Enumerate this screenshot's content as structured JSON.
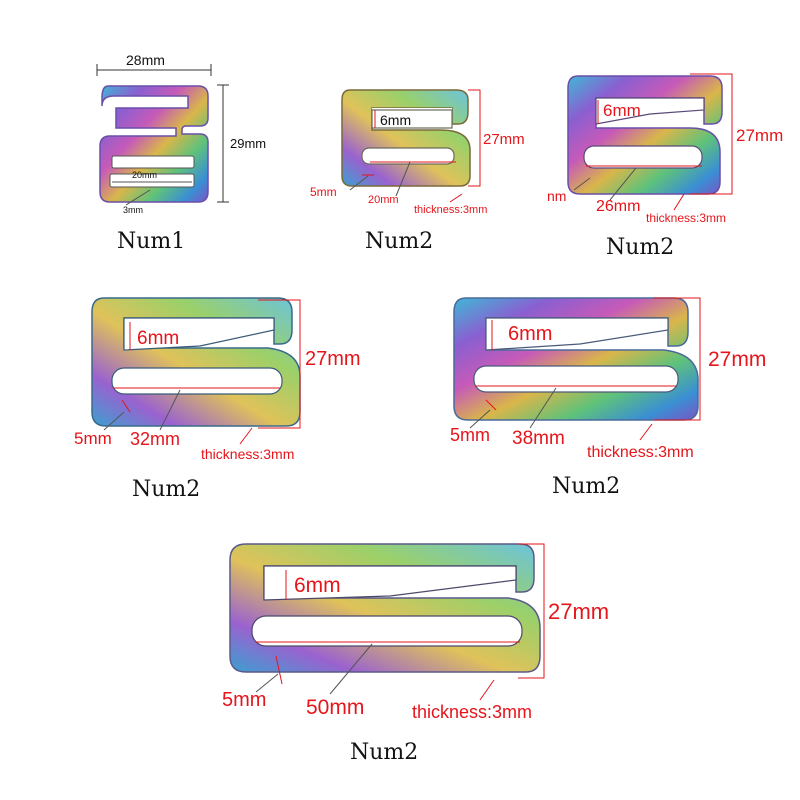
{
  "colors": {
    "dimension_red": "#e5151b",
    "dimension_black": "#111111",
    "background": "#ffffff"
  },
  "product_image": "rainbow iridescent metal G-hook buckles",
  "panels": [
    {
      "caption": "Num1",
      "width_label": "28mm",
      "height_label": "29mm",
      "slot_label": "20mm",
      "bar_label": "3mm"
    },
    {
      "caption": "Num2",
      "gap_label": "6mm",
      "height_label": "27mm",
      "bar_label": "5mm",
      "slot_label": "20mm",
      "thickness_label": "thickness:3mm"
    },
    {
      "caption": "Num2",
      "gap_label": "6mm",
      "height_label": "27mm",
      "bar_label": "nm",
      "slot_label": "26mm",
      "thickness_label": "thickness:3mm"
    },
    {
      "caption": "Num2",
      "gap_label": "6mm",
      "height_label": "27mm",
      "bar_label": "5mm",
      "slot_label": "32mm",
      "thickness_label": "thickness:3mm"
    },
    {
      "caption": "Num2",
      "gap_label": "6mm",
      "height_label": "27mm",
      "bar_label": "5mm",
      "slot_label": "38mm",
      "thickness_label": "thickness:3mm"
    },
    {
      "caption": "Num2",
      "gap_label": "6mm",
      "height_label": "27mm",
      "bar_label": "5mm",
      "slot_label": "50mm",
      "thickness_label": "thickness:3mm"
    }
  ]
}
